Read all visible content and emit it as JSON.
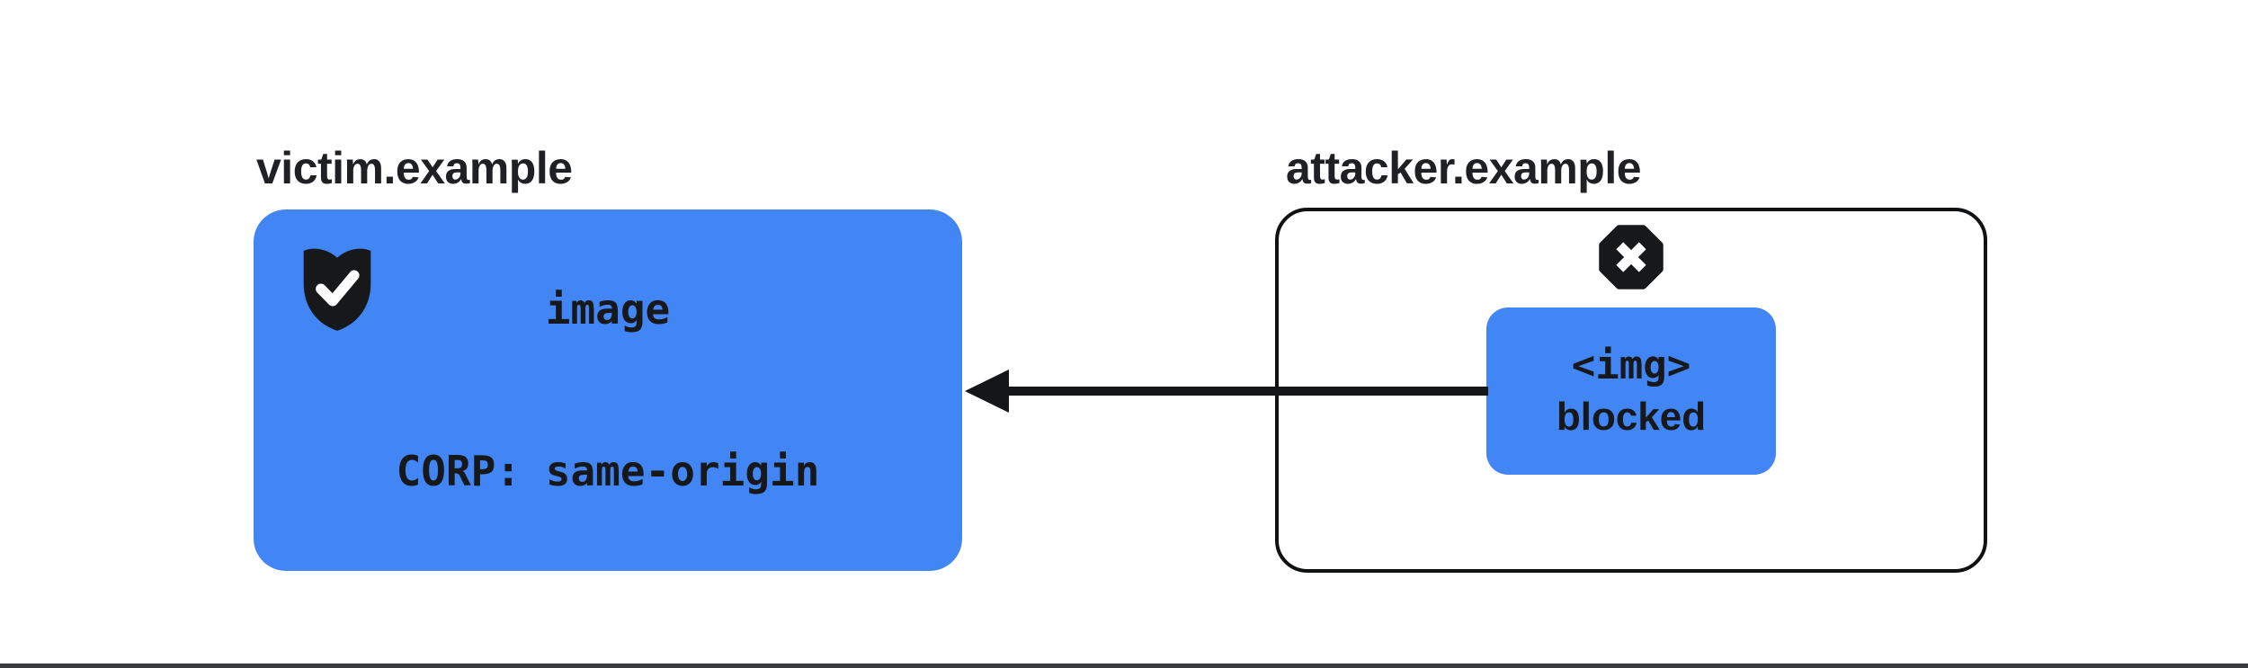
{
  "colors": {
    "accent_blue": "#4285F4",
    "ink": "#1E2023",
    "arrow_black": "#151617"
  },
  "victim": {
    "domain": "victim.example",
    "icon": "shield-check",
    "box_lines": [
      "image",
      "CORP: same-origin"
    ]
  },
  "attacker": {
    "domain": "attacker.example",
    "icon": "x-octagon",
    "request_lines": [
      "<img>",
      "blocked"
    ]
  }
}
